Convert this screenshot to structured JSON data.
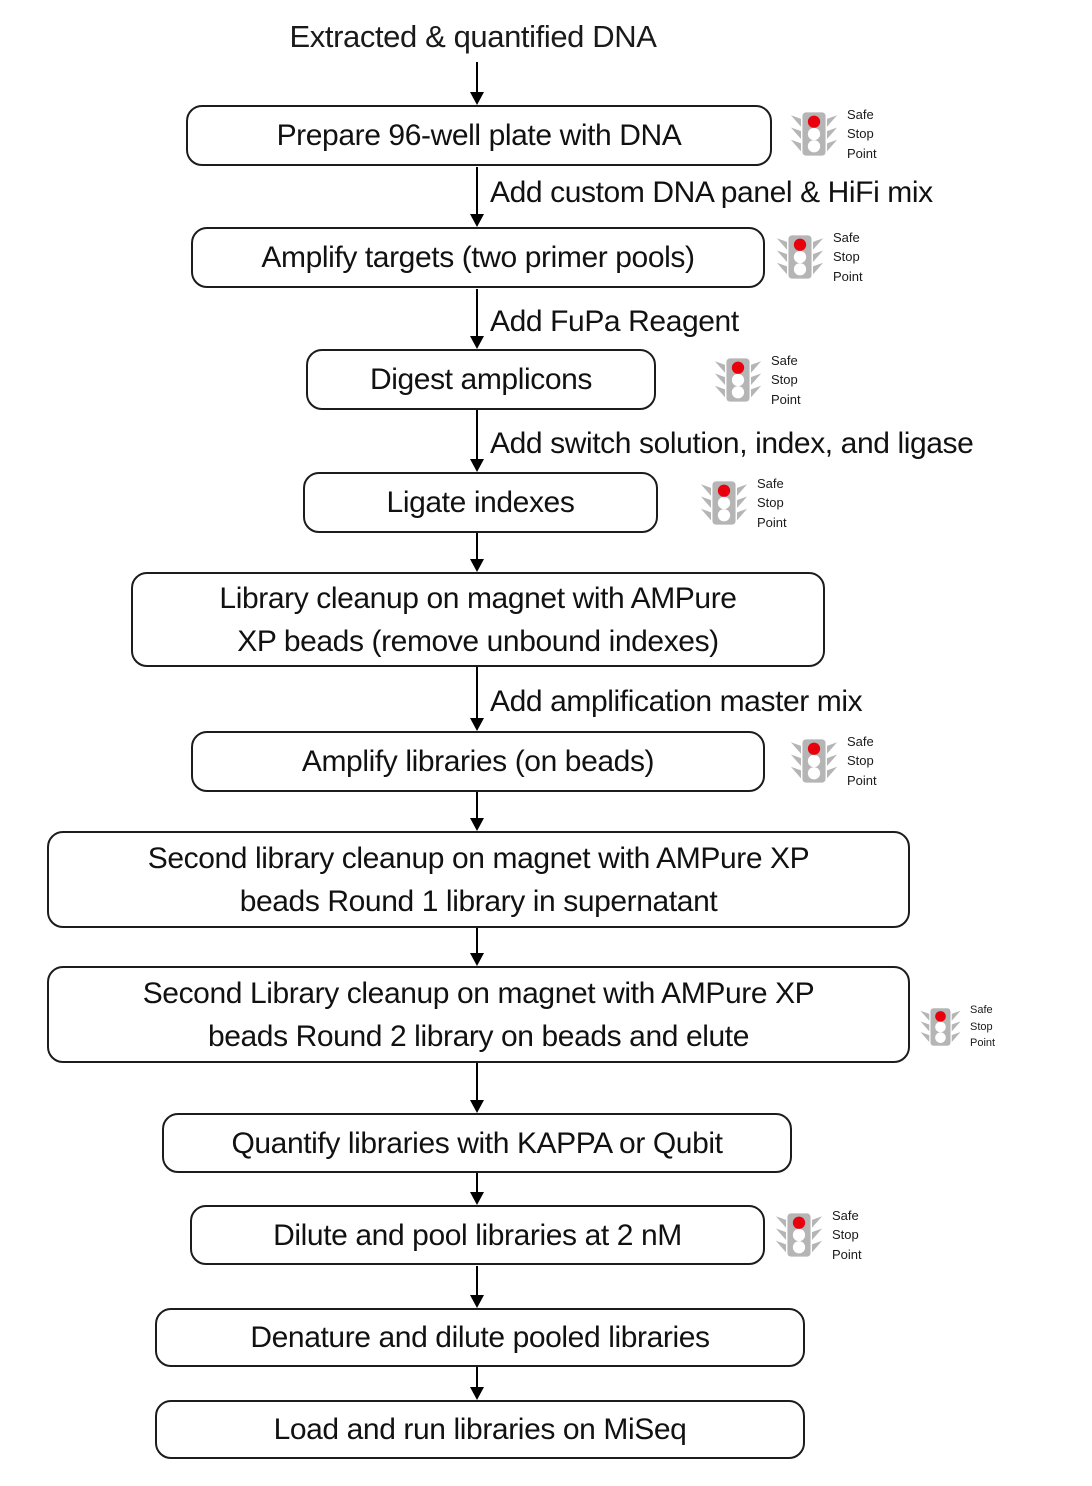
{
  "flowchart": {
    "start_label": "Extracted & quantified DNA",
    "safe_stop_label": [
      "Safe",
      "Stop",
      "Point"
    ],
    "colors": {
      "signal_red": "#e8000d",
      "signal_gray": "#b5b5b5",
      "box_border": "#1c1c1c"
    },
    "arrow_labels": [
      "Add custom DNA panel & HiFi mix",
      "Add FuPa Reagent",
      "Add switch solution, index, and ligase",
      "Add amplification master mix"
    ],
    "steps": [
      {
        "lines": [
          "Prepare 96-well plate with DNA"
        ],
        "safe_stop_point": true
      },
      {
        "lines": [
          "Amplify targets (two primer pools)"
        ],
        "safe_stop_point": true
      },
      {
        "lines": [
          "Digest amplicons"
        ],
        "safe_stop_point": true
      },
      {
        "lines": [
          "Ligate indexes"
        ],
        "safe_stop_point": true
      },
      {
        "lines": [
          "Library cleanup on magnet with AMPure",
          "XP beads (remove unbound indexes)"
        ],
        "safe_stop_point": false
      },
      {
        "lines": [
          "Amplify libraries (on beads)"
        ],
        "safe_stop_point": true
      },
      {
        "lines": [
          "Second library cleanup on magnet with AMPure XP",
          "beads Round 1 library in supernatant"
        ],
        "safe_stop_point": false
      },
      {
        "lines": [
          "Second Library cleanup on magnet with AMPure XP",
          "beads Round 2 library on beads and elute"
        ],
        "safe_stop_point": true
      },
      {
        "lines": [
          "Quantify libraries with KAPPA or Qubit"
        ],
        "safe_stop_point": false
      },
      {
        "lines": [
          "Dilute and pool libraries at 2 nM"
        ],
        "safe_stop_point": true
      },
      {
        "lines": [
          "Denature and dilute pooled libraries"
        ],
        "safe_stop_point": false
      },
      {
        "lines": [
          "Load and run libraries on MiSeq"
        ],
        "safe_stop_point": false
      }
    ]
  }
}
